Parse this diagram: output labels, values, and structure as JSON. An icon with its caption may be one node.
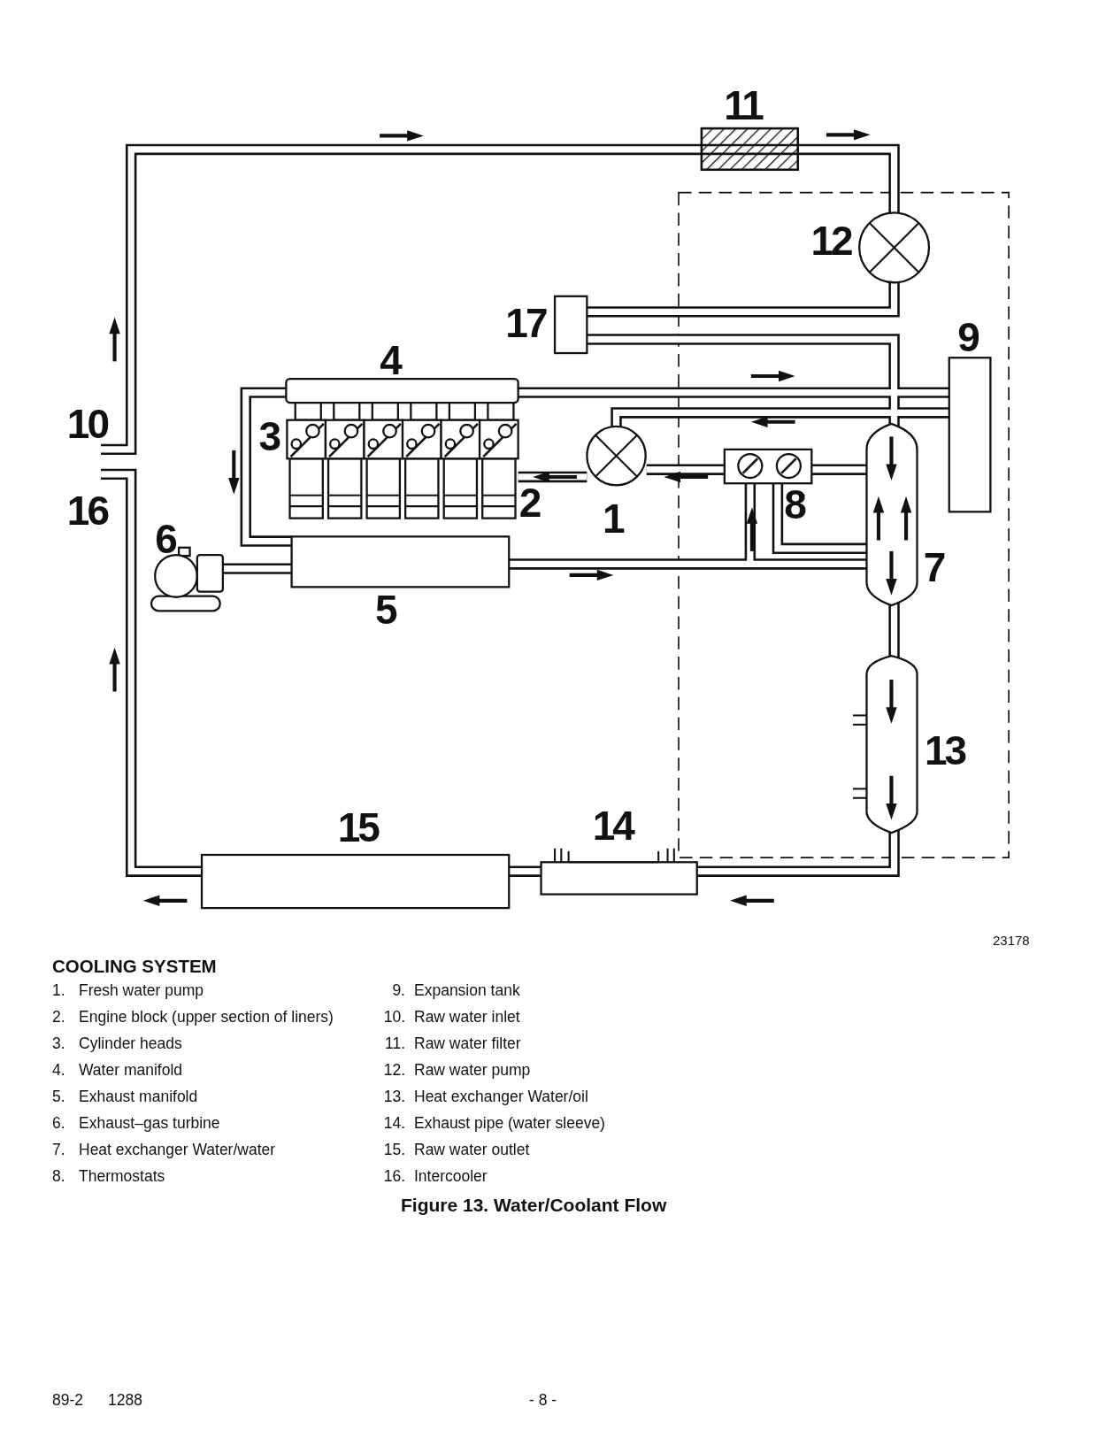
{
  "diagram": {
    "title": "COOLING SYSTEM",
    "caption": "Figure 13. Water/Coolant Flow",
    "labels": [
      "11",
      "12",
      "17",
      "9",
      "4",
      "10",
      "3",
      "16",
      "2",
      "8",
      "1",
      "6",
      "7",
      "5",
      "13",
      "15",
      "14",
      "23178",
      "1.",
      "Fresh water pump",
      "9.",
      "Expansion tank",
      "2.",
      "Engine block (upper section of liners)",
      "10.",
      "Raw water inlet",
      "3.",
      "Cylinder heads",
      "11.",
      "Raw water filter",
      "4.",
      "Water manifold",
      "12.",
      "Raw water pump",
      "5.",
      "Exhaust manifold",
      "13.",
      "Heat exchanger Water/oil",
      "6.",
      "Exhaust–gas turbine",
      "14.",
      "Exhaust pipe (water sleeve)",
      "7.",
      "Heat exchanger Water/water",
      "15.",
      "Raw water outlet",
      "8.",
      "Thermostats",
      "16.",
      "Intercooler",
      "89-2",
      "1288",
      "- 8 -"
    ]
  }
}
